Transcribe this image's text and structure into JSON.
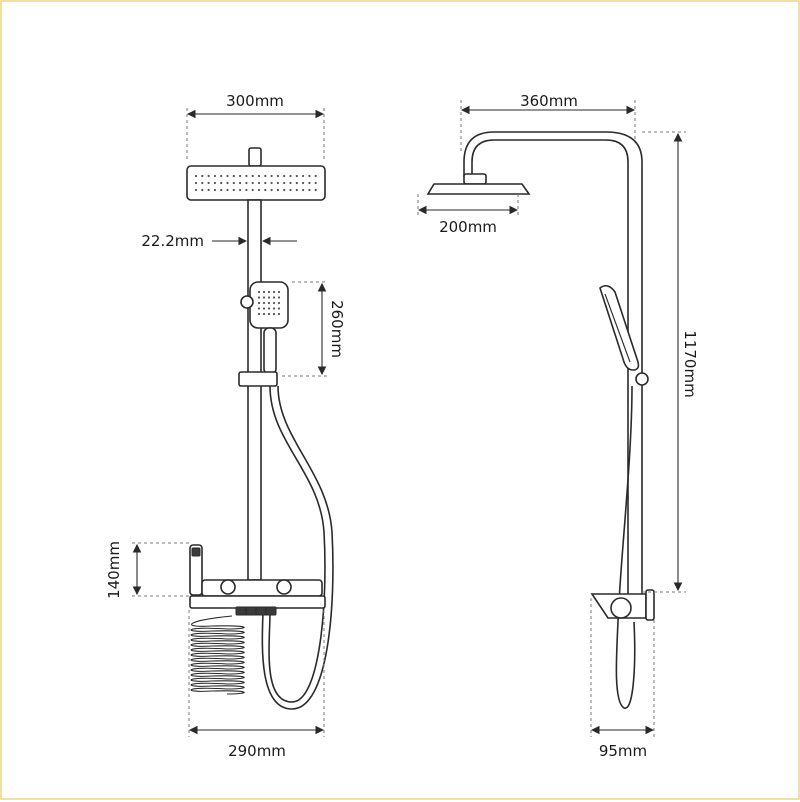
{
  "dimensions": {
    "front_head_width": "300mm",
    "pipe_diameter": "22.2mm",
    "handset_height": "260mm",
    "mixer_height": "140mm",
    "shelf_width": "290mm",
    "side_arm_reach": "360mm",
    "side_head_width": "200mm",
    "total_height": "1170mm",
    "shelf_depth": "95mm"
  },
  "colors": {
    "line": "#2a2a2a",
    "frame": "#f2dfa6"
  }
}
